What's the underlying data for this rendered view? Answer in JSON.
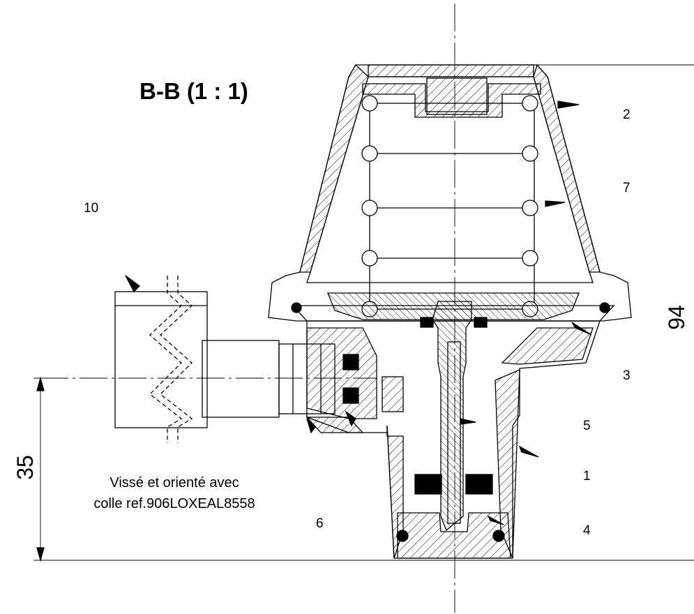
{
  "view_title": "B-B (1 : 1)",
  "part_numbers": {
    "p1": "1",
    "p2": "2",
    "p3": "3",
    "p4": "4",
    "p5": "5",
    "p6": "6",
    "p7": "7",
    "p10": "10"
  },
  "note": {
    "line1": "Vissé et orienté avec",
    "line2": "colle ref.906LOXEAL8558"
  },
  "dimensions": {
    "height_total": "94",
    "port_height": "35"
  },
  "colors": {
    "line": "#000000",
    "background": "#ffffff"
  }
}
